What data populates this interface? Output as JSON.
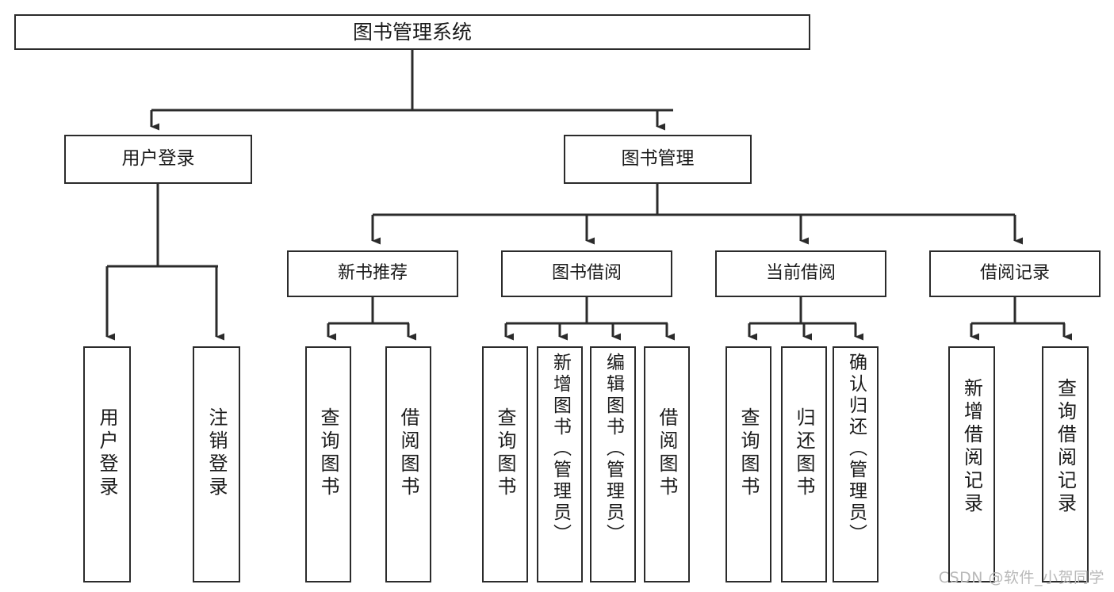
{
  "diagram": {
    "title": "图书管理系统",
    "type": "tree",
    "watermark": "CSDN @软件_小贺同学",
    "colors": {
      "stroke": "#2b2b2b",
      "fill": "#ffffff",
      "watermark": "#b9b9b9"
    },
    "nodes": {
      "root": {
        "label": "图书管理系统"
      },
      "level2": [
        {
          "label": "用户登录"
        },
        {
          "label": "图书管理"
        }
      ],
      "level3": [
        {
          "label": "新书推荐"
        },
        {
          "label": "图书借阅"
        },
        {
          "label": "当前借阅"
        },
        {
          "label": "借阅记录"
        }
      ],
      "leaves": {
        "user_login": [
          {
            "label": "用户登录"
          },
          {
            "label": "注销登录"
          }
        ],
        "new_book": [
          {
            "label": "查询图书"
          },
          {
            "label": "借阅图书"
          }
        ],
        "borrow_book": [
          {
            "label": "查询图书"
          },
          {
            "label": "新增图书（管理员）"
          },
          {
            "label": "编辑图书（管理员）"
          },
          {
            "label": "借阅图书"
          }
        ],
        "current_borrow": [
          {
            "label": "查询图书"
          },
          {
            "label": "归还图书"
          },
          {
            "label": "确认归还（管理员）"
          }
        ],
        "borrow_record": [
          {
            "label": "新增借阅记录"
          },
          {
            "label": "查询借阅记录"
          }
        ]
      }
    }
  }
}
